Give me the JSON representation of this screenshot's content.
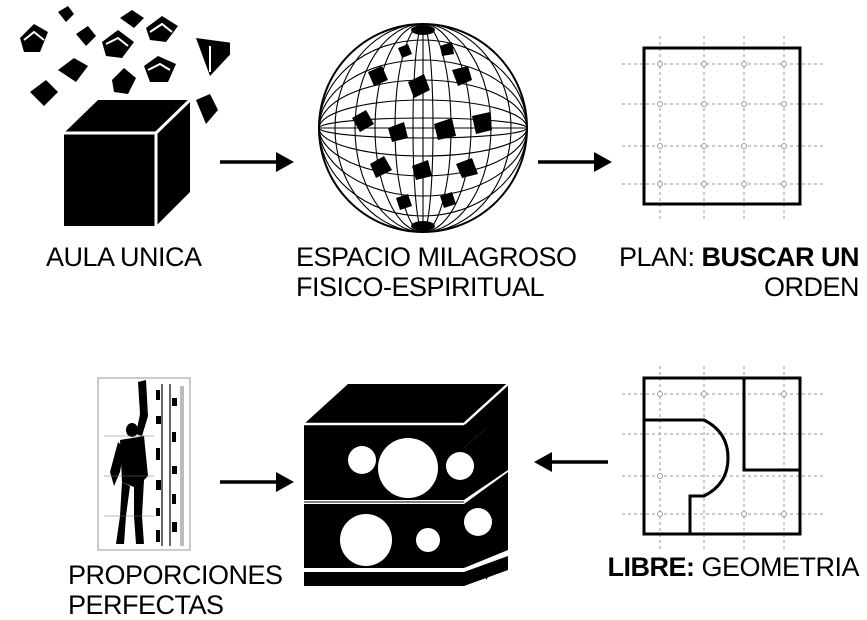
{
  "diagram": {
    "steps": [
      {
        "id": "aula",
        "line1": "AULA UNICA"
      },
      {
        "id": "espacio",
        "line1": "ESPACIO MILAGROSO",
        "line2": "FISICO-ESPIRITUAL"
      },
      {
        "id": "plan",
        "line1_prefix": "PLAN: ",
        "line1_bold": "BUSCAR UN",
        "line2": "ORDEN"
      },
      {
        "id": "libre",
        "line1_bold": "LIBRE:",
        "line1_suffix": " GEOMETRIA"
      },
      {
        "id": "proporciones",
        "line1": "PROPORCIONES",
        "line2": "PERFECTAS"
      }
    ],
    "colors": {
      "ink": "#000000",
      "paper": "#ffffff",
      "grid": "#9a9a9a"
    }
  }
}
